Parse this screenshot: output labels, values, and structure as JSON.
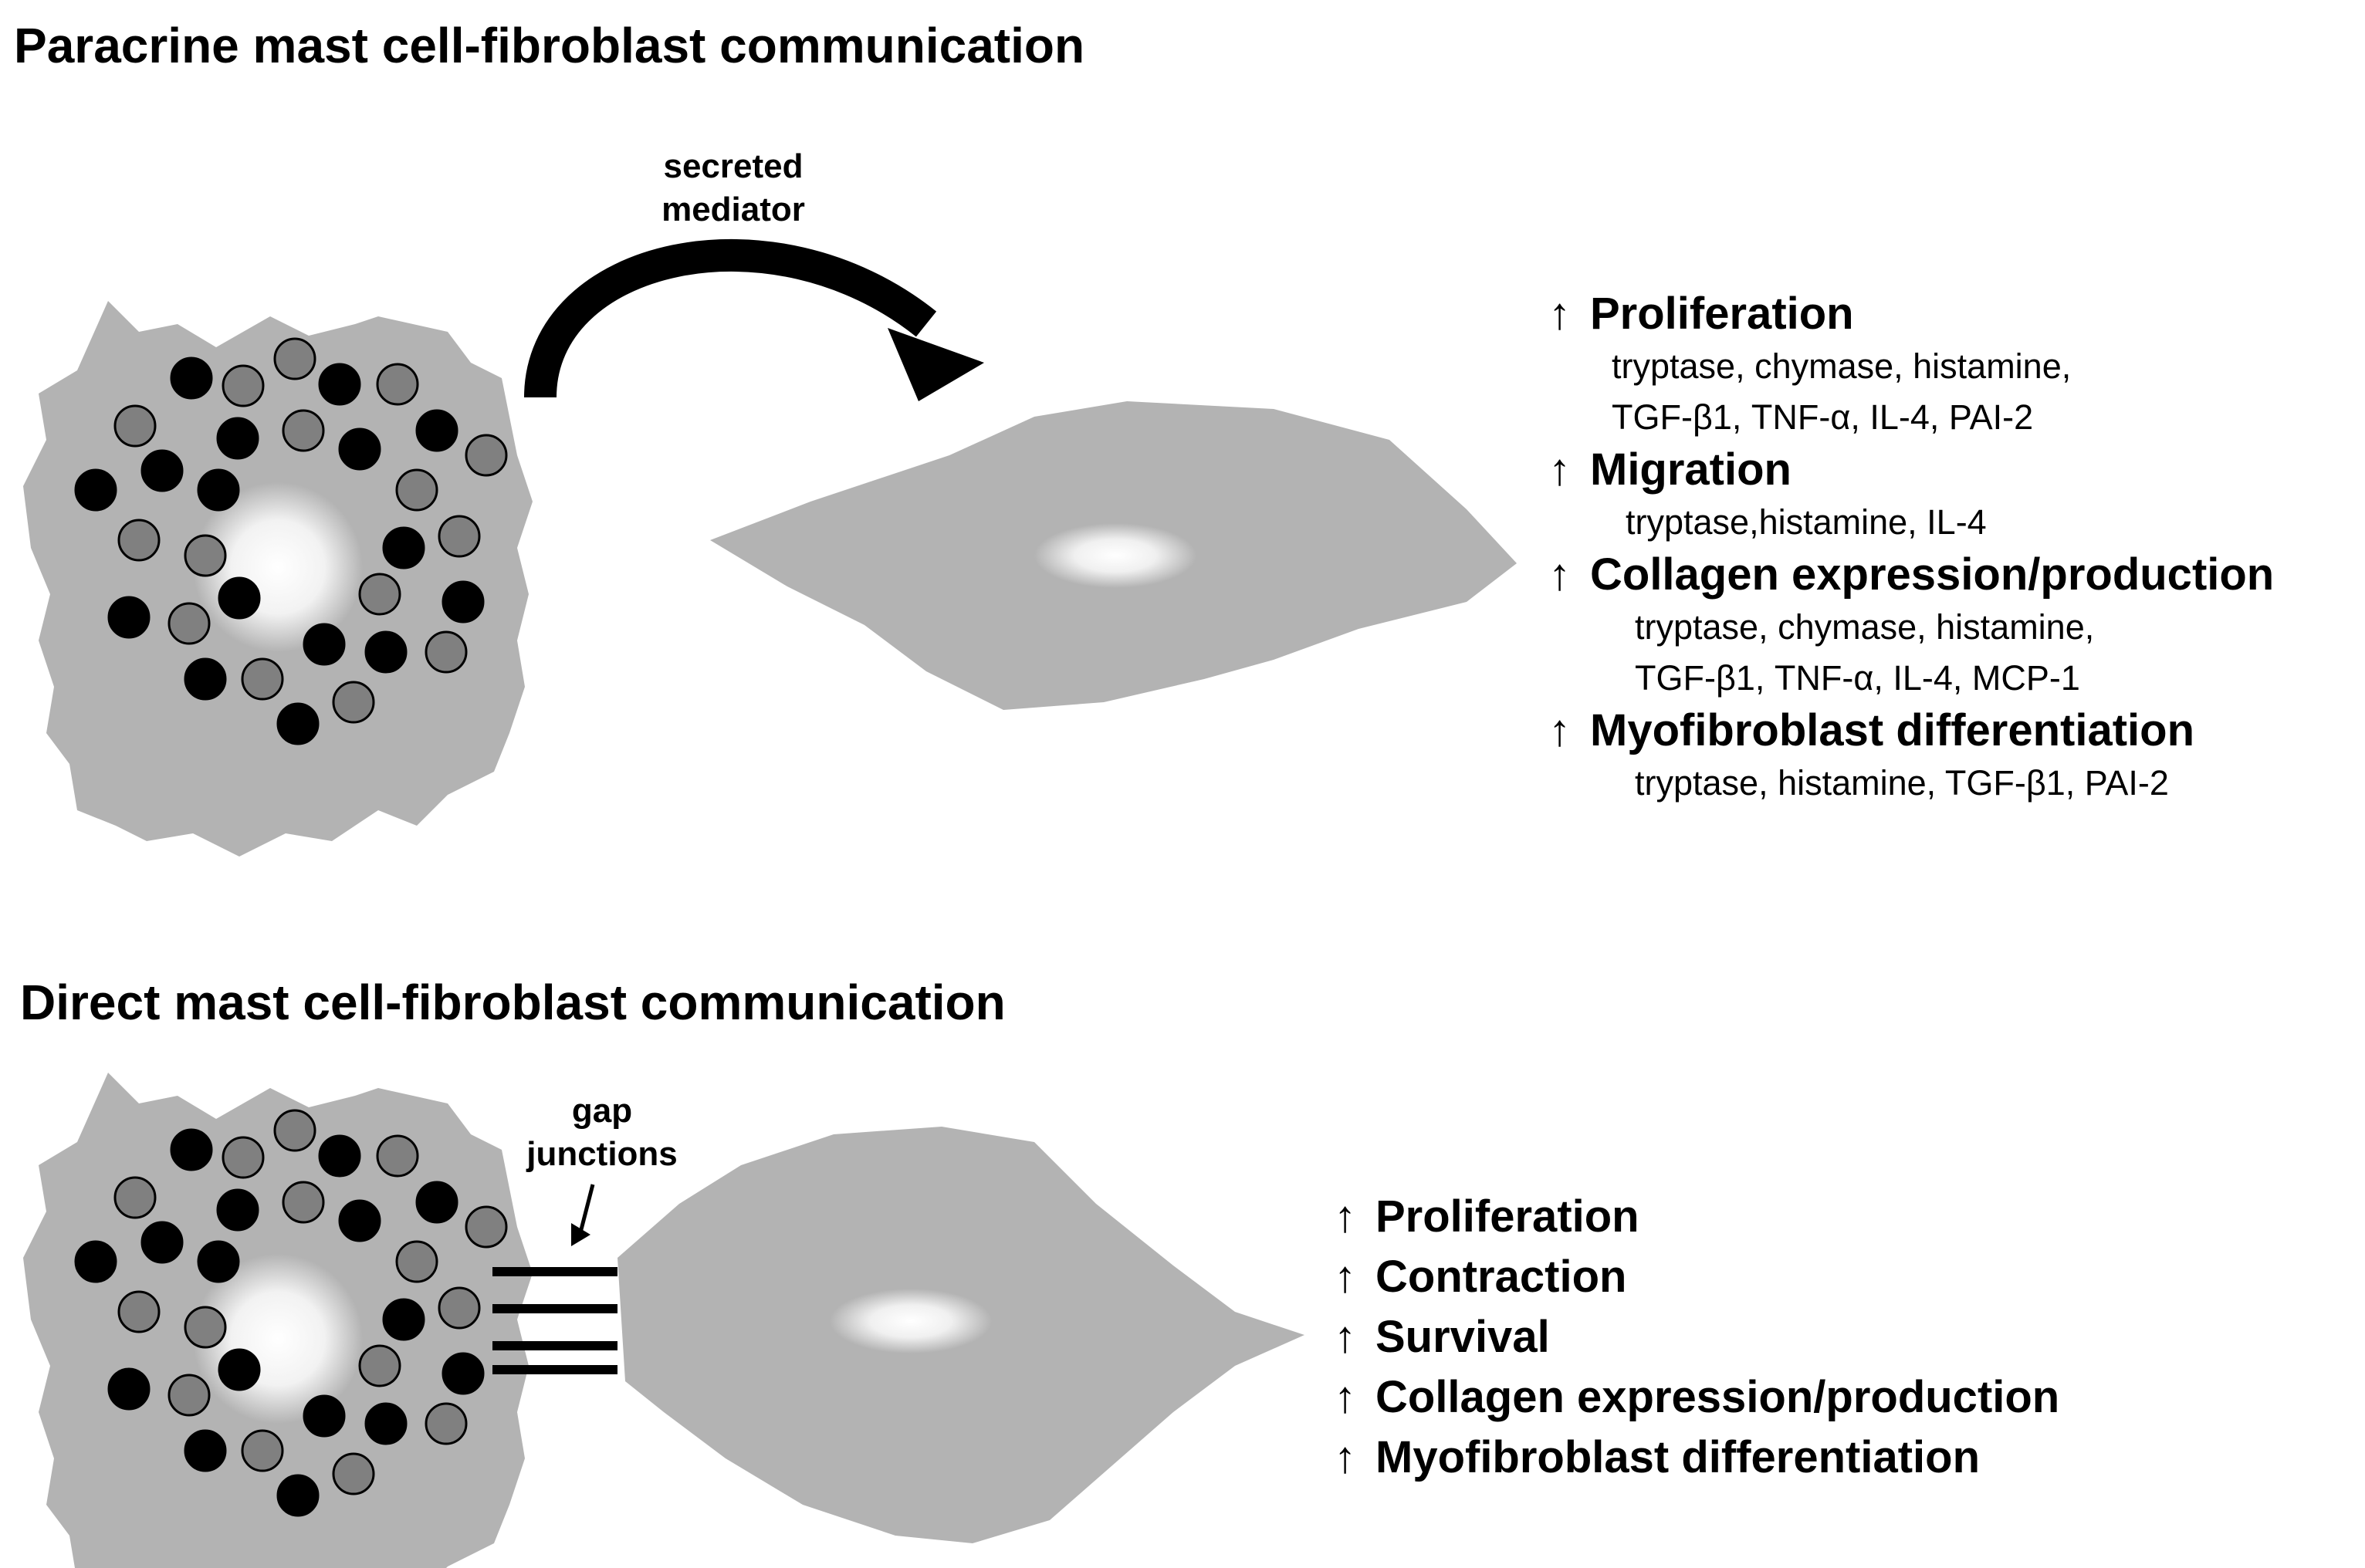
{
  "paracrine": {
    "title": "Paracrine mast cell-fibroblast communication",
    "arrow_label_line1": "secreted",
    "arrow_label_line2": "mediator",
    "effects": [
      {
        "arrow": "↑",
        "label": "Proliferation",
        "mediators": [
          "tryptase, chymase, histamine,",
          "TGF-β1, TNF-α, IL-4, PAI-2"
        ]
      },
      {
        "arrow": "↑",
        "label": "Migration",
        "mediators": [
          "tryptase,histamine, IL-4"
        ]
      },
      {
        "arrow": "↑",
        "label": "Collagen expression/production",
        "mediators": [
          "tryptase, chymase, histamine,",
          "TGF-β1, TNF-α, IL-4, MCP-1"
        ]
      },
      {
        "arrow": "↑",
        "label": "Myofibroblast differentiation",
        "mediators": [
          "tryptase, histamine, TGF-β1, PAI-2"
        ]
      }
    ]
  },
  "direct": {
    "title": "Direct mast cell-fibroblast communication",
    "junction_label_line1": "gap",
    "junction_label_line2": "junctions",
    "effects": [
      {
        "arrow": "↑",
        "label": "Proliferation"
      },
      {
        "arrow": "↑",
        "label": "Contraction"
      },
      {
        "arrow": "↑",
        "label": "Survival"
      },
      {
        "arrow": "↑",
        "label": "Collagen expression/production"
      },
      {
        "arrow": "↑",
        "label": "Myofibroblast differentiation"
      }
    ]
  },
  "colors": {
    "cell_fill": "#b3b3b3",
    "granule_dark": "#000000",
    "granule_gray": "#808080"
  }
}
